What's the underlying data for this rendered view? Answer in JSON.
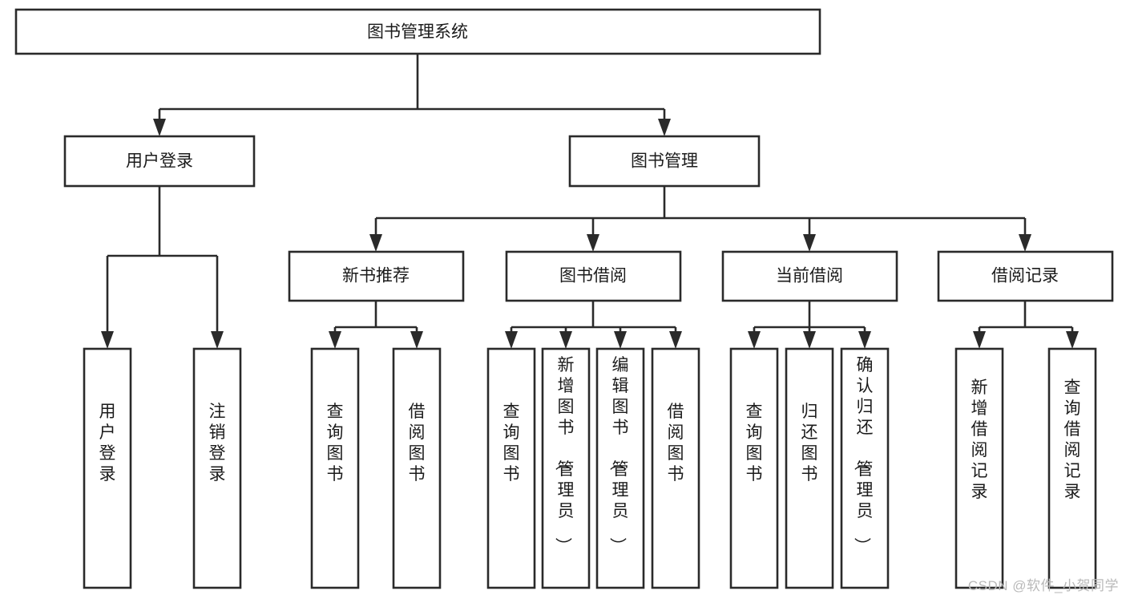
{
  "diagram": {
    "type": "tree",
    "title": "图书管理系统",
    "watermark": "CSDN @软件_小贺同学",
    "colors": {
      "box_stroke": "#2a2a2a",
      "box_fill": "#ffffff",
      "text": "#1b1b1b",
      "background": "#ffffff",
      "watermark": "#b9b9b9"
    },
    "levels": {
      "root": {
        "label": "图书管理系统"
      },
      "level2": [
        {
          "id": "user-login",
          "label": "用户登录"
        },
        {
          "id": "book-management",
          "label": "图书管理"
        }
      ],
      "level3": [
        {
          "id": "new-book-recommend",
          "label": "新书推荐",
          "parent": "book-management"
        },
        {
          "id": "book-borrow",
          "label": "图书借阅",
          "parent": "book-management"
        },
        {
          "id": "current-borrow",
          "label": "当前借阅",
          "parent": "book-management"
        },
        {
          "id": "borrow-record",
          "label": "借阅记录",
          "parent": "book-management"
        }
      ],
      "leaves": [
        {
          "id": "leaf-user-login",
          "label": "用户登录",
          "parent": "user-login"
        },
        {
          "id": "leaf-logout-login",
          "label": "注销登录",
          "parent": "user-login"
        },
        {
          "id": "leaf-query-book-1",
          "label": "查询图书",
          "parent": "new-book-recommend"
        },
        {
          "id": "leaf-borrow-book-1",
          "label": "借阅图书",
          "parent": "new-book-recommend"
        },
        {
          "id": "leaf-query-book-2",
          "label": "查询图书",
          "parent": "book-borrow"
        },
        {
          "id": "leaf-add-book",
          "label": "新增图书（管理员）",
          "parent": "book-borrow"
        },
        {
          "id": "leaf-edit-book",
          "label": "编辑图书（管理员）",
          "parent": "book-borrow"
        },
        {
          "id": "leaf-borrow-book-2",
          "label": "借阅图书",
          "parent": "book-borrow"
        },
        {
          "id": "leaf-query-book-3",
          "label": "查询图书",
          "parent": "current-borrow"
        },
        {
          "id": "leaf-return-book",
          "label": "归还图书",
          "parent": "current-borrow"
        },
        {
          "id": "leaf-confirm-return",
          "label": "确认归还（管理员）",
          "parent": "current-borrow"
        },
        {
          "id": "leaf-add-record",
          "label": "新增借阅记录",
          "parent": "borrow-record"
        },
        {
          "id": "leaf-query-record",
          "label": "查询借阅记录",
          "parent": "borrow-record"
        }
      ]
    }
  }
}
